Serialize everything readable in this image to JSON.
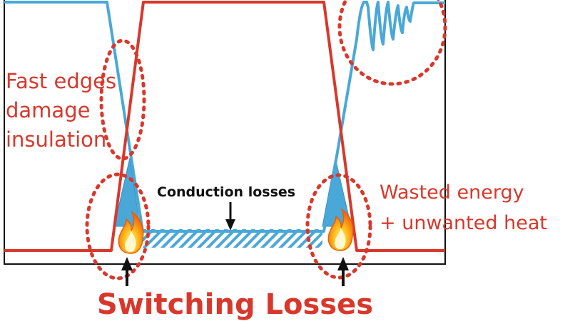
{
  "labels": {
    "fast_edges": [
      "Fast edges",
      "damage",
      "insulation"
    ],
    "conduction": "Conduction losses",
    "wasted": [
      "Wasted energy",
      "+ unwanted heat"
    ],
    "switching": "Switching Losses"
  },
  "colors": {
    "red": "#d8382c",
    "blue": "#4aa8d8",
    "black": "#111111"
  },
  "icons": [
    "fire-icon",
    "arrow-up-icon",
    "arrow-down-icon"
  ]
}
